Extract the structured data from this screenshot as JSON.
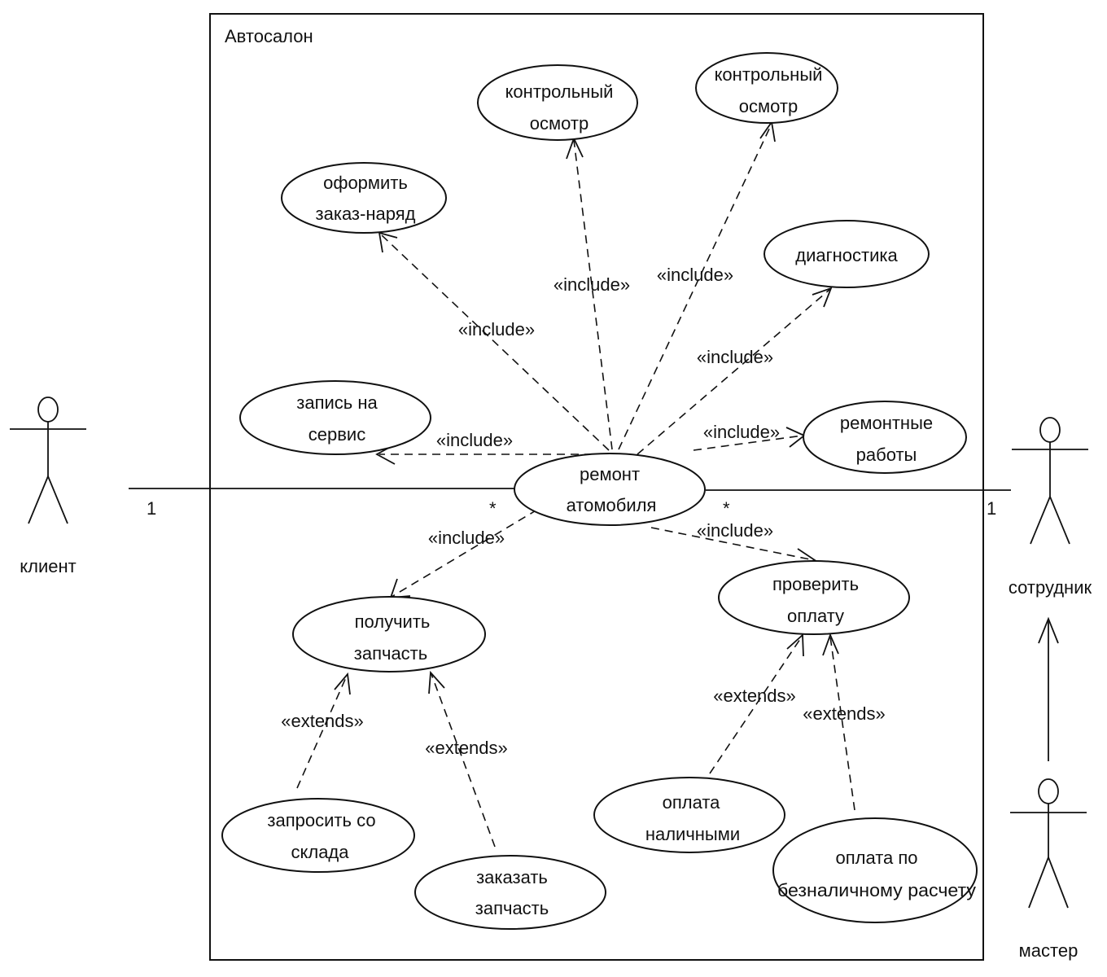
{
  "system": {
    "name": "Автосалон"
  },
  "actors": {
    "client": "клиент",
    "employee": "сотрудник",
    "master": "мастер"
  },
  "use_cases": {
    "inspection_1": [
      "контрольный",
      "осмотр"
    ],
    "inspection_2": [
      "контрольный",
      "осмотр"
    ],
    "work_order": [
      "оформить",
      "заказ-наряд"
    ],
    "diagnostics": [
      "диагностика"
    ],
    "appointment": [
      "запись на",
      "сервис"
    ],
    "repair_works": [
      "ремонтные",
      "работы"
    ],
    "car_repair": [
      "ремонт",
      "атомобиля"
    ],
    "get_part": [
      "получить",
      "запчасть"
    ],
    "check_payment": [
      "проверить",
      "оплату"
    ],
    "request_warehouse": [
      "запросить со",
      "склада"
    ],
    "order_part": [
      "заказать",
      "запчасть"
    ],
    "pay_cash": [
      "оплата",
      "наличными"
    ],
    "pay_cashless": [
      "оплата по",
      "безналичному расчету"
    ]
  },
  "stereotypes": {
    "include": "«include»",
    "extends": "«extends»"
  },
  "multiplicity": {
    "client_end": "1",
    "employee_end": "1",
    "usecase_left": "*",
    "usecase_right": "*"
  }
}
